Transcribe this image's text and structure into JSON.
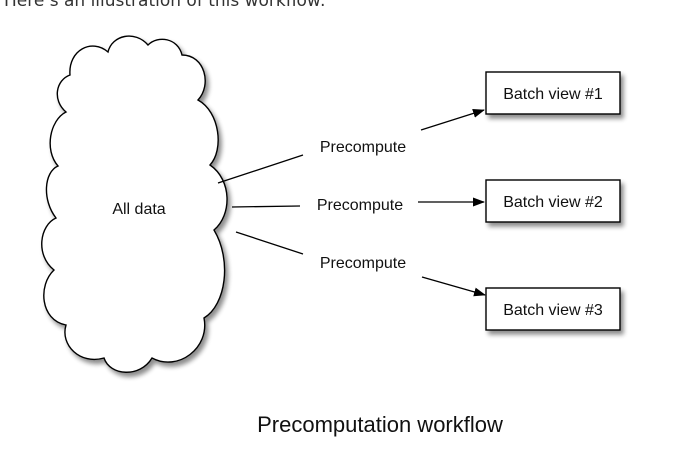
{
  "intro_text": "Here’s an illustration of this workflow:",
  "diagram": {
    "source": {
      "label": "All data"
    },
    "edges": [
      {
        "label": "Precompute"
      },
      {
        "label": "Precompute"
      },
      {
        "label": "Precompute"
      }
    ],
    "targets": [
      {
        "label": "Batch view #1"
      },
      {
        "label": "Batch view #2"
      },
      {
        "label": "Batch view #3"
      }
    ],
    "caption": "Precomputation workflow"
  }
}
